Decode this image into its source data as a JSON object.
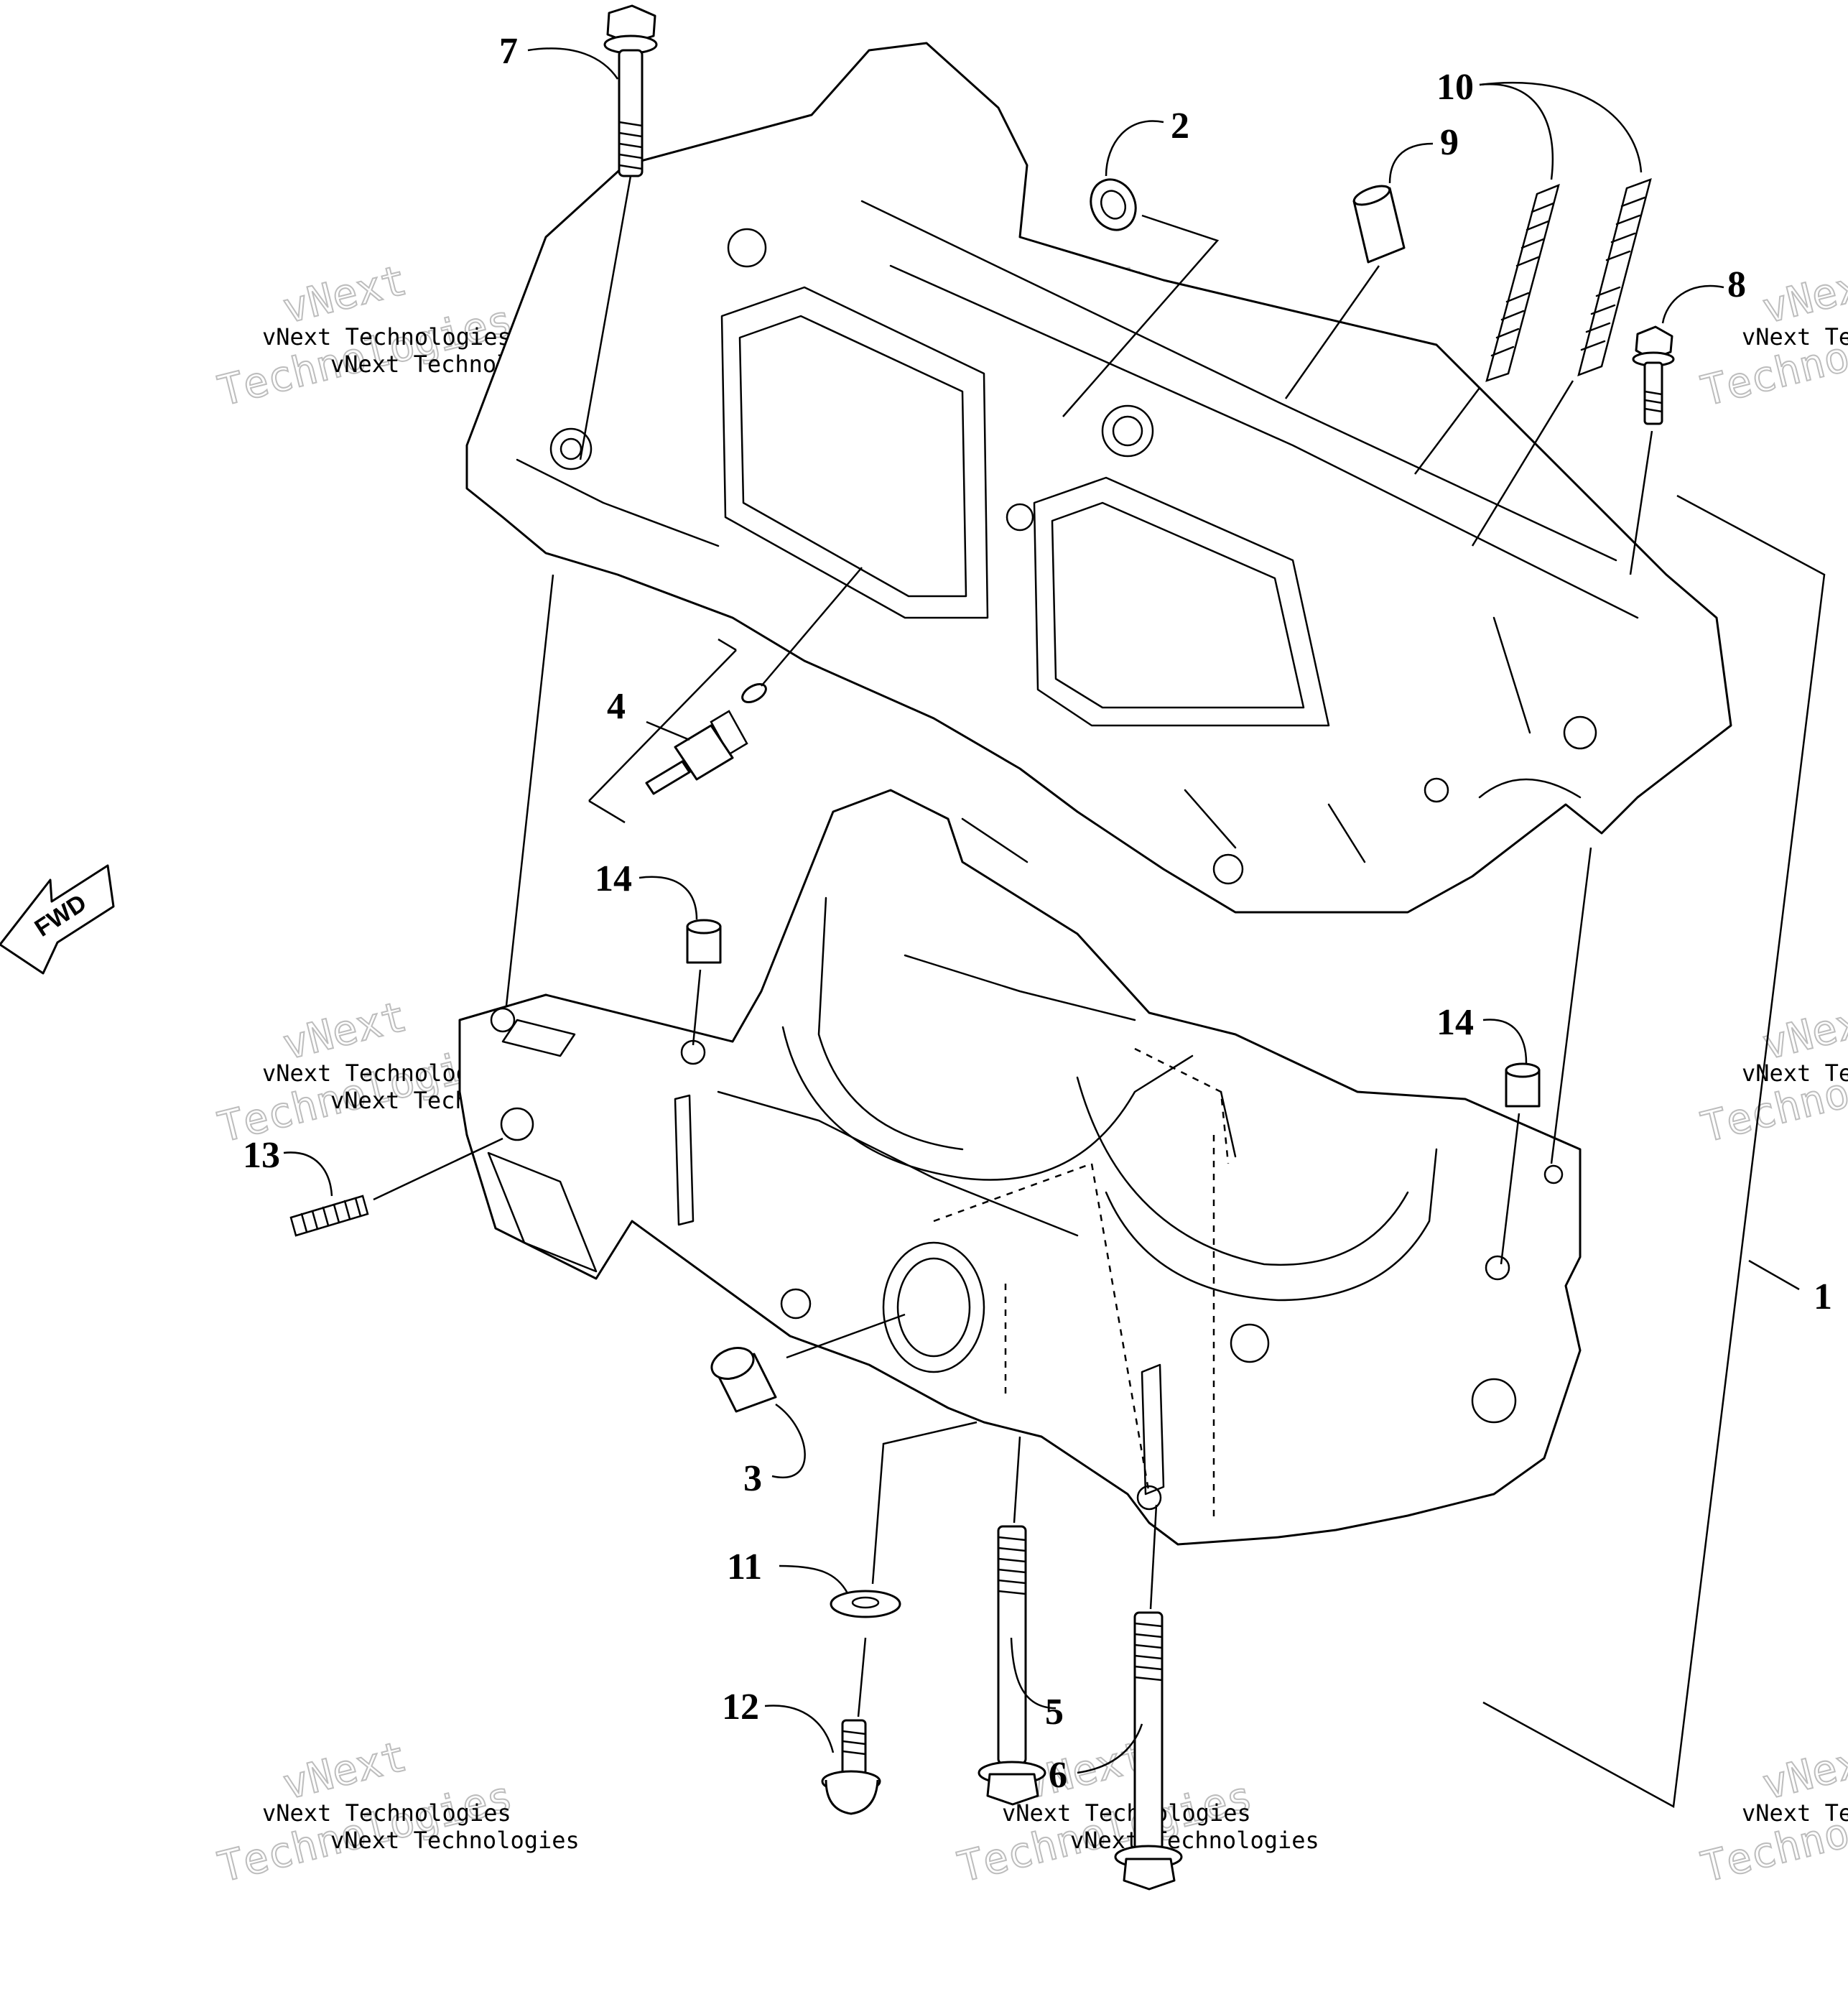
{
  "callouts": {
    "c1": "1",
    "c2": "2",
    "c3": "3",
    "c4": "4",
    "c5": "5",
    "c6": "6",
    "c7": "7",
    "c8": "8",
    "c9": "9",
    "c10": "10",
    "c11": "11",
    "c12": "12",
    "c13": "13",
    "c14a": "14",
    "c14b": "14"
  },
  "fwd_label": "FWD",
  "watermark": {
    "line1": "vNext Technologies",
    "big": "Technologies",
    "big_top": "vNext"
  },
  "colors": {
    "ink": "#000000",
    "paper": "#ffffff",
    "watermark": "#bdbdbd"
  }
}
